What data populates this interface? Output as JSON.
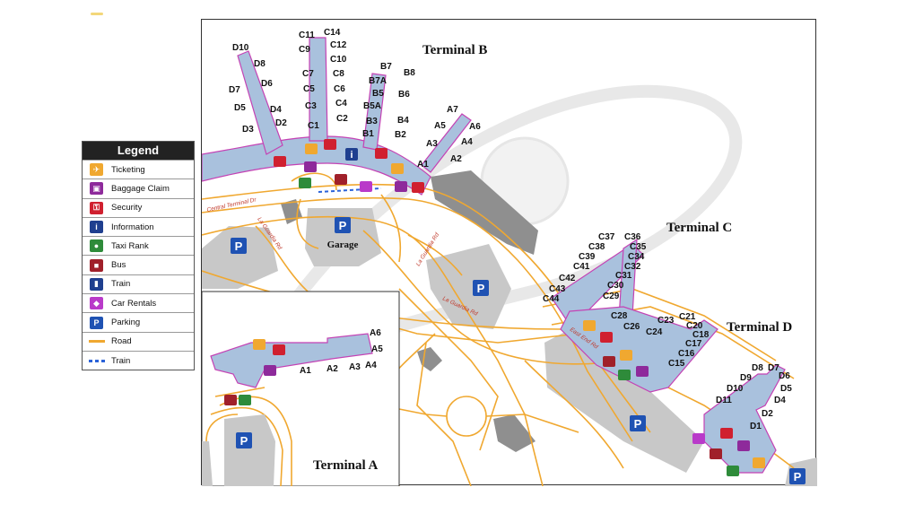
{
  "legend": {
    "title": "Legend",
    "items": [
      {
        "key": "ticketing",
        "label": "Ticketing",
        "icon": "ticketing-icon",
        "color": "#f0a830",
        "kind": "box"
      },
      {
        "key": "baggage",
        "label": "Baggage Claim",
        "icon": "baggage-icon",
        "color": "#8e2a9b",
        "kind": "box"
      },
      {
        "key": "security",
        "label": "Security",
        "icon": "security-icon",
        "color": "#d0202f",
        "kind": "box"
      },
      {
        "key": "information",
        "label": "Information",
        "icon": "information-icon",
        "color": "#1f3f8f",
        "kind": "box"
      },
      {
        "key": "taxi",
        "label": "Taxi Rank",
        "icon": "taxi-icon",
        "color": "#2e8b3a",
        "kind": "box"
      },
      {
        "key": "bus",
        "label": "Bus",
        "icon": "bus-icon",
        "color": "#a0202a",
        "kind": "box"
      },
      {
        "key": "train",
        "label": "Train",
        "icon": "train-icon",
        "color": "#1f3f8f",
        "kind": "box"
      },
      {
        "key": "carrental",
        "label": "Car Rentals",
        "icon": "car-rental-icon",
        "color": "#b93ac9",
        "kind": "box"
      },
      {
        "key": "parking",
        "label": "Parking",
        "icon": "parking-icon",
        "color": "#1f52b3",
        "kind": "box"
      },
      {
        "key": "road",
        "label": "Road",
        "icon": "road-line-icon",
        "color": "#f0a830",
        "kind": "line"
      },
      {
        "key": "trainline",
        "label": "Train",
        "icon": "train-line-icon",
        "color": "#2b62d9",
        "kind": "dash"
      }
    ]
  },
  "terminals": {
    "b": "Terminal B",
    "c": "Terminal C",
    "d": "Terminal D",
    "a": "Terminal A"
  },
  "garage": "Garage",
  "parking_letter": "P",
  "info_letter": "i",
  "roads": {
    "central_terminal": "Central Terminal Dr",
    "laguardia_1": "La Guardia Rd",
    "laguardia_2": "La Guardia Rd",
    "laguardia_3": "La Guardia Rd",
    "east_end": "East End Rd"
  },
  "gates": {
    "b_pier_d": [
      "D10",
      "D8",
      "D6",
      "D7",
      "D5",
      "D4",
      "D3",
      "D2"
    ],
    "b_pier_c": [
      "C11",
      "C14",
      "C12",
      "C9",
      "C10",
      "C7",
      "C8",
      "C5",
      "C6",
      "C3",
      "C4",
      "C2",
      "C1"
    ],
    "b_pier_b": [
      "B7",
      "B8",
      "B7A",
      "B5",
      "B6",
      "B5A",
      "B3",
      "B4",
      "B1",
      "B2"
    ],
    "b_pier_a": [
      "A7",
      "A5",
      "A6",
      "A3",
      "A4",
      "A2",
      "A1"
    ],
    "c": [
      "C37",
      "C36",
      "C38",
      "C35",
      "C39",
      "C34",
      "C41",
      "C32",
      "C31",
      "C42",
      "C30",
      "C43",
      "C29",
      "C44",
      "C28",
      "C26",
      "C23",
      "C21",
      "C20",
      "C24",
      "C18",
      "C17",
      "C16",
      "C15"
    ],
    "d": [
      "D8",
      "D7",
      "D9",
      "D6",
      "D10",
      "D5",
      "D11",
      "D4",
      "D2",
      "D1"
    ],
    "a": [
      "A6",
      "A5",
      "A1",
      "A2",
      "A3",
      "A4"
    ]
  }
}
